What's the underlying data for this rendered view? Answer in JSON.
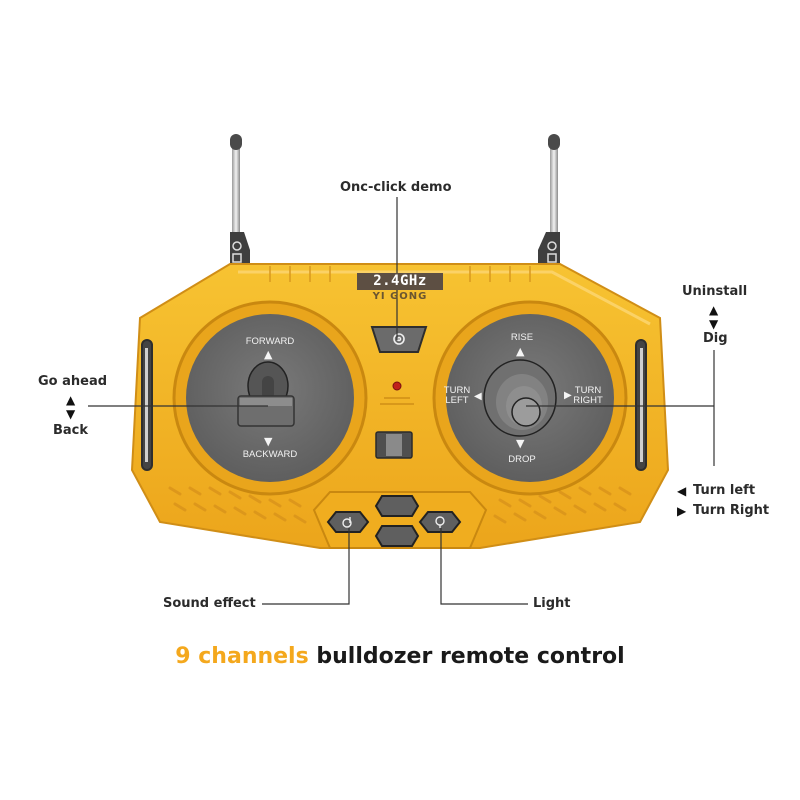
{
  "callouts": {
    "demo": "Onc-click demo",
    "go_ahead": "Go ahead",
    "back": "Back",
    "uninstall": "Uninstall",
    "dig": "Dig",
    "turn_left": "Turn left",
    "turn_right": "Turn Right",
    "sound_effect": "Sound effect",
    "light": "Light"
  },
  "arrows": {
    "up": "▲",
    "down": "▼",
    "left": "◀",
    "right": "▶"
  },
  "remote": {
    "frequency_badge": "2.4GHz",
    "brand": "YI GONG",
    "left_stick": {
      "top_label": "FORWARD",
      "bottom_label": "BACKWARD"
    },
    "right_stick": {
      "top_label": "RISE",
      "bottom_label": "DROP",
      "left_label_1": "TURN",
      "left_label_2": "LEFT",
      "right_label_1": "TURN",
      "right_label_2": "RIGHT"
    },
    "colors": {
      "body": "#f3b523",
      "body_dark": "#d9961a",
      "pad": "#6b6b6b",
      "button": "#5f5f5f",
      "led": "#c0201b"
    }
  },
  "title": {
    "accent": "9 channels",
    "rest": " bulldozer remote control",
    "accent_color": "#f4a81d"
  }
}
